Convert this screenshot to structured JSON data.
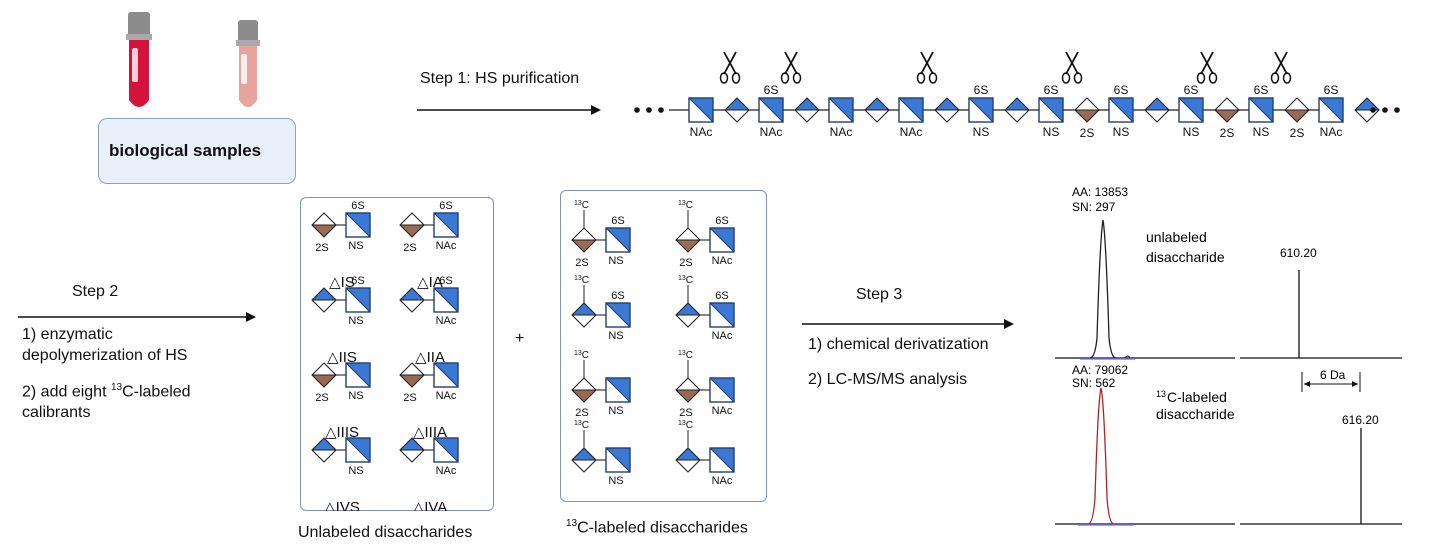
{
  "samples": {
    "label": "biological samples"
  },
  "step1": {
    "label": "Step 1: HS purification"
  },
  "chain": {
    "units": [
      {
        "type": "square",
        "bottom": "NAc",
        "top": ""
      },
      {
        "type": "diamond-blue",
        "bottom": "",
        "top": ""
      },
      {
        "type": "square",
        "bottom": "NAc",
        "top": "6S"
      },
      {
        "type": "diamond-blue",
        "bottom": "",
        "top": ""
      },
      {
        "type": "square",
        "bottom": "NAc",
        "top": ""
      },
      {
        "type": "diamond-blue",
        "bottom": "",
        "top": ""
      },
      {
        "type": "square",
        "bottom": "NAc",
        "top": ""
      },
      {
        "type": "diamond-blue",
        "bottom": "",
        "top": ""
      },
      {
        "type": "square",
        "bottom": "NS",
        "top": "6S"
      },
      {
        "type": "diamond-blue",
        "bottom": "",
        "top": ""
      },
      {
        "type": "square",
        "bottom": "NS",
        "top": "6S"
      },
      {
        "type": "diamond-brown",
        "bottom": "2S",
        "top": ""
      },
      {
        "type": "square",
        "bottom": "NS",
        "top": "6S"
      },
      {
        "type": "diamond-blue",
        "bottom": "",
        "top": ""
      },
      {
        "type": "square",
        "bottom": "NS",
        "top": "6S"
      },
      {
        "type": "diamond-brown",
        "bottom": "2S",
        "top": ""
      },
      {
        "type": "square",
        "bottom": "NS",
        "top": "6S"
      },
      {
        "type": "diamond-brown",
        "bottom": "2S",
        "top": ""
      },
      {
        "type": "square",
        "bottom": "NAc",
        "top": "6S"
      },
      {
        "type": "diamond-blue",
        "bottom": "",
        "top": ""
      }
    ]
  },
  "step2": {
    "label": "Step 2",
    "item1_line1": "1) enzymatic",
    "item1_line2": "depolymerization of HS",
    "item2_pre": "2) add eight ",
    "item2_sup": "13",
    "item2_post": "C-labeled",
    "item2_line2": "calibrants"
  },
  "plus": "+",
  "unlabeled": {
    "caption": "Unlabeled disaccharides",
    "items": [
      {
        "name": "△IS",
        "uronic": "brown",
        "sub2": "2S",
        "six": "6S",
        "n": "NS"
      },
      {
        "name": "△IA",
        "uronic": "brown",
        "sub2": "2S",
        "six": "6S",
        "n": "NAc"
      },
      {
        "name": "△IIS",
        "uronic": "blue",
        "sub2": "",
        "six": "6S",
        "n": "NS"
      },
      {
        "name": "△IIA",
        "uronic": "blue",
        "sub2": "",
        "six": "6S",
        "n": "NAc"
      },
      {
        "name": "△IIIS",
        "uronic": "brown",
        "sub2": "2S",
        "six": "",
        "n": "NS"
      },
      {
        "name": "△IIIA",
        "uronic": "brown",
        "sub2": "2S",
        "six": "",
        "n": "NAc"
      },
      {
        "name": "△IVS",
        "uronic": "blue",
        "sub2": "",
        "six": "",
        "n": "NS"
      },
      {
        "name": "△IVA",
        "uronic": "blue",
        "sub2": "",
        "six": "",
        "n": "NAc"
      }
    ]
  },
  "labeled": {
    "caption_sup": "13",
    "caption": "C-labeled disaccharides",
    "c13_sup": "13",
    "c13_letter": "C",
    "items": [
      {
        "uronic": "brown",
        "sub2": "2S",
        "six": "6S",
        "n": "NS"
      },
      {
        "uronic": "brown",
        "sub2": "2S",
        "six": "6S",
        "n": "NAc"
      },
      {
        "uronic": "blue",
        "sub2": "",
        "six": "6S",
        "n": "NS"
      },
      {
        "uronic": "blue",
        "sub2": "",
        "six": "6S",
        "n": "NAc"
      },
      {
        "uronic": "brown",
        "sub2": "2S",
        "six": "",
        "n": "NS"
      },
      {
        "uronic": "brown",
        "sub2": "2S",
        "six": "",
        "n": "NAc"
      },
      {
        "uronic": "blue",
        "sub2": "",
        "six": "",
        "n": "NS"
      },
      {
        "uronic": "blue",
        "sub2": "",
        "six": "",
        "n": "NAc"
      }
    ]
  },
  "step3": {
    "label": "Step 3",
    "item1": "1) chemical derivatization",
    "item2": "2) LC-MS/MS analysis"
  },
  "ms": {
    "top_aa": "AA: 13853",
    "top_sn": "SN:  297",
    "top_label_line1": "unlabeled",
    "top_label_line2": "disaccharide",
    "top_mz": "610.20",
    "diff": "6 Da",
    "bottom_aa": "AA: 79062",
    "bottom_sn": "SN:  562",
    "bottom_label_sup": "13",
    "bottom_label_line1": "C-labeled",
    "bottom_label_line2": "disaccharide",
    "bottom_mz": "616.20"
  },
  "colors": {
    "blue": "#3a78d4",
    "brown": "#9a6a55",
    "panel_border": "#7d93b8",
    "box_fill": "#e8f0fb",
    "trace_top": "#222222",
    "trace_bottom": "#b22222",
    "tube_dark": "#d4123c",
    "tube_light": "#e7a49c"
  }
}
